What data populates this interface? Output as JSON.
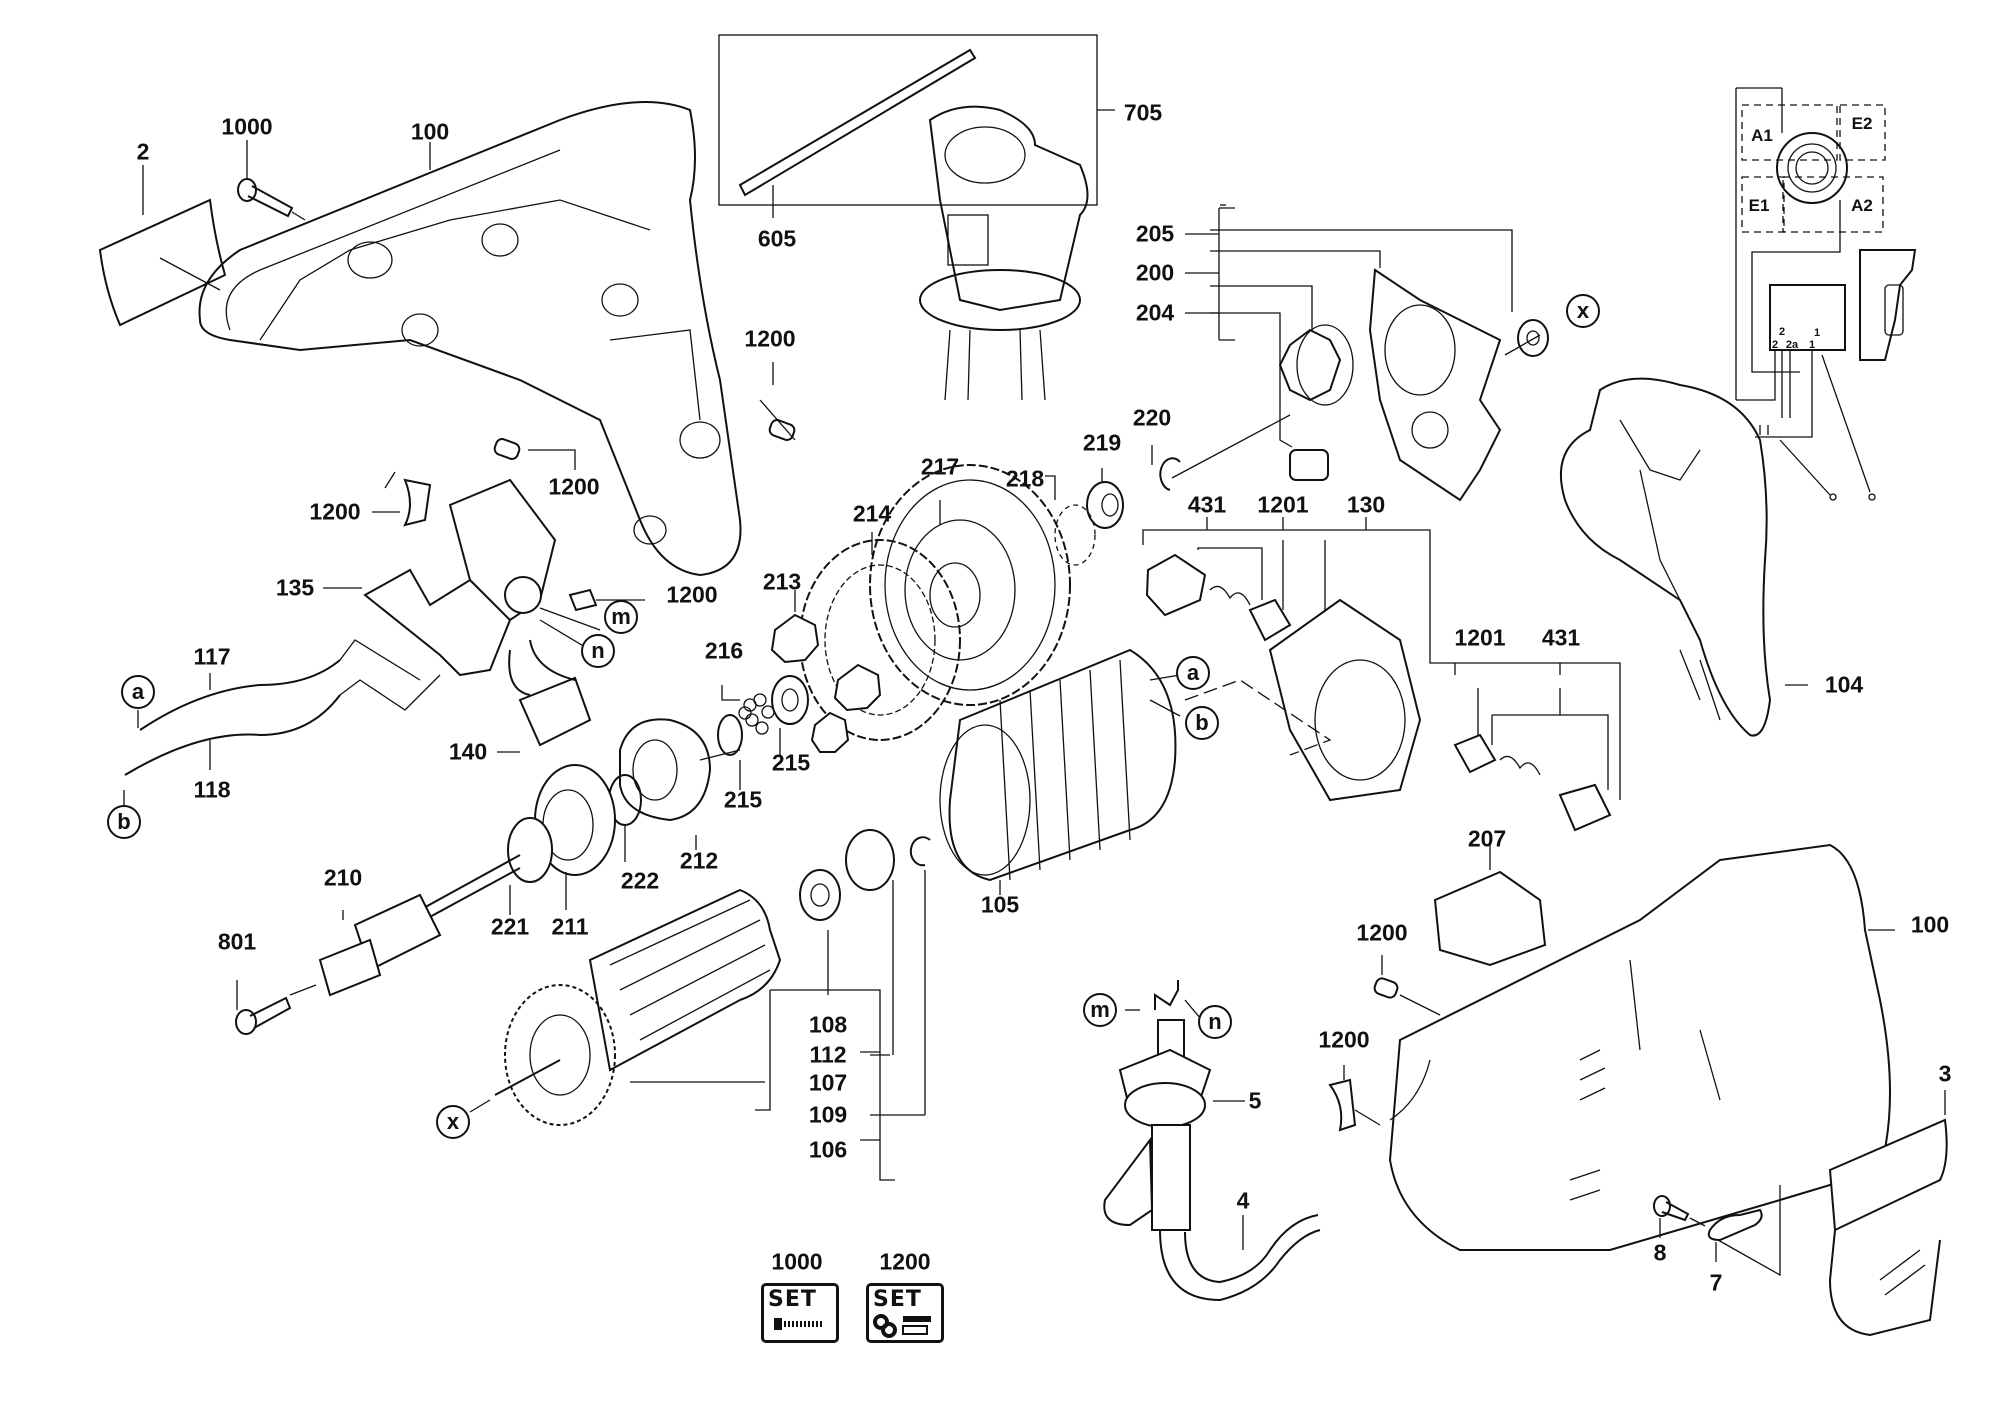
{
  "diagram": {
    "title": "Power tool exploded parts diagram",
    "part_labels": [
      {
        "id": "l-2",
        "text": "2"
      },
      {
        "id": "l-1000-top",
        "text": "1000"
      },
      {
        "id": "l-100-top",
        "text": "100"
      },
      {
        "id": "l-605",
        "text": "605"
      },
      {
        "id": "l-705",
        "text": "705"
      },
      {
        "id": "l-1200-a",
        "text": "1200"
      },
      {
        "id": "l-1200-b",
        "text": "1200"
      },
      {
        "id": "l-1200-c",
        "text": "1200"
      },
      {
        "id": "l-1200-d",
        "text": "1200"
      },
      {
        "id": "l-135",
        "text": "135"
      },
      {
        "id": "l-117",
        "text": "117"
      },
      {
        "id": "l-118",
        "text": "118"
      },
      {
        "id": "l-140",
        "text": "140"
      },
      {
        "id": "l-205",
        "text": "205"
      },
      {
        "id": "l-200",
        "text": "200"
      },
      {
        "id": "l-204",
        "text": "204"
      },
      {
        "id": "l-220",
        "text": "220"
      },
      {
        "id": "l-219",
        "text": "219"
      },
      {
        "id": "l-218",
        "text": "218"
      },
      {
        "id": "l-217",
        "text": "217"
      },
      {
        "id": "l-214",
        "text": "214"
      },
      {
        "id": "l-213",
        "text": "213"
      },
      {
        "id": "l-216",
        "text": "216"
      },
      {
        "id": "l-215-a",
        "text": "215"
      },
      {
        "id": "l-215-b",
        "text": "215"
      },
      {
        "id": "l-212",
        "text": "212"
      },
      {
        "id": "l-222",
        "text": "222"
      },
      {
        "id": "l-211",
        "text": "211"
      },
      {
        "id": "l-221",
        "text": "221"
      },
      {
        "id": "l-210",
        "text": "210"
      },
      {
        "id": "l-801",
        "text": "801"
      },
      {
        "id": "l-105",
        "text": "105"
      },
      {
        "id": "l-431-a",
        "text": "431"
      },
      {
        "id": "l-1201-a",
        "text": "1201"
      },
      {
        "id": "l-130",
        "text": "130"
      },
      {
        "id": "l-1201-b",
        "text": "1201"
      },
      {
        "id": "l-431-b",
        "text": "431"
      },
      {
        "id": "l-104",
        "text": "104"
      },
      {
        "id": "l-207",
        "text": "207"
      },
      {
        "id": "l-100-bottom",
        "text": "100"
      },
      {
        "id": "l-1200-e",
        "text": "1200"
      },
      {
        "id": "l-1200-f",
        "text": "1200"
      },
      {
        "id": "l-108",
        "text": "108"
      },
      {
        "id": "l-112",
        "text": "112"
      },
      {
        "id": "l-107",
        "text": "107"
      },
      {
        "id": "l-109",
        "text": "109"
      },
      {
        "id": "l-106",
        "text": "106"
      },
      {
        "id": "l-5",
        "text": "5"
      },
      {
        "id": "l-4",
        "text": "4"
      },
      {
        "id": "l-3",
        "text": "3"
      },
      {
        "id": "l-8",
        "text": "8"
      },
      {
        "id": "l-7",
        "text": "7"
      }
    ],
    "connector_markers": [
      {
        "id": "c-a-left",
        "text": "a"
      },
      {
        "id": "c-b-left",
        "text": "b"
      },
      {
        "id": "c-m-top",
        "text": "m"
      },
      {
        "id": "c-n-top",
        "text": "n"
      },
      {
        "id": "c-x-top",
        "text": "x"
      },
      {
        "id": "c-a-right",
        "text": "a"
      },
      {
        "id": "c-b-right",
        "text": "b"
      },
      {
        "id": "c-x-bottom",
        "text": "x"
      },
      {
        "id": "c-m-bottom",
        "text": "m"
      },
      {
        "id": "c-n-bottom",
        "text": "n"
      }
    ],
    "wiring": {
      "terminals": [
        "A1",
        "E2",
        "E1",
        "A2"
      ],
      "switch_terminals": [
        "2",
        "2",
        "2a",
        "1",
        "1"
      ]
    },
    "set_badges": [
      {
        "number": "1000",
        "label": "SET"
      },
      {
        "number": "1200",
        "label": "SET"
      }
    ]
  }
}
